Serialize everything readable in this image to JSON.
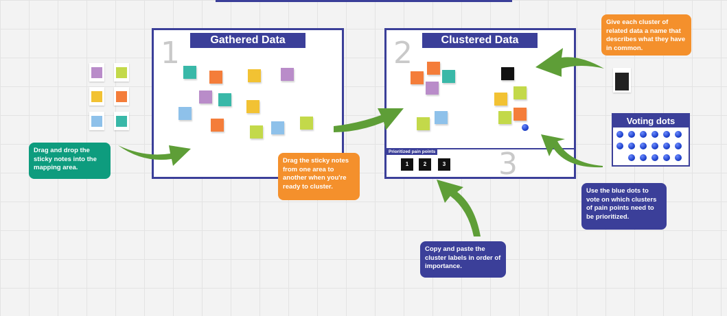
{
  "frames": {
    "gathered": {
      "number": "1",
      "title": "Gathered Data"
    },
    "clustered": {
      "number": "2",
      "title": "Clustered Data"
    },
    "prioritized": {
      "number": "3",
      "title": "Prioritized pain points",
      "cards": [
        "1",
        "2",
        "3"
      ]
    }
  },
  "voting": {
    "title": "Voting dots",
    "dot_count": 17
  },
  "callouts": {
    "drag_drop": "Drag and drop the sticky notes into the mapping area.",
    "drag_between": "Drag the sticky notes from one area to another when you're ready to cluster.",
    "name_cluster": "Give each cluster of related data a name that describes what they have in common.",
    "blue_dots": "Use the blue dots to vote on which clusters of pain points need to be prioritized.",
    "copy_paste": "Copy and paste the cluster labels in order of importance."
  },
  "colors": {
    "frame": "#3b3f99",
    "teal": "#39b8a8",
    "orange": "#f47d3a",
    "yellow": "#f2c233",
    "purple": "#b98cc9",
    "blue": "#8ec1ea",
    "lime": "#c3d94a",
    "arrow": "#5e9e37"
  }
}
